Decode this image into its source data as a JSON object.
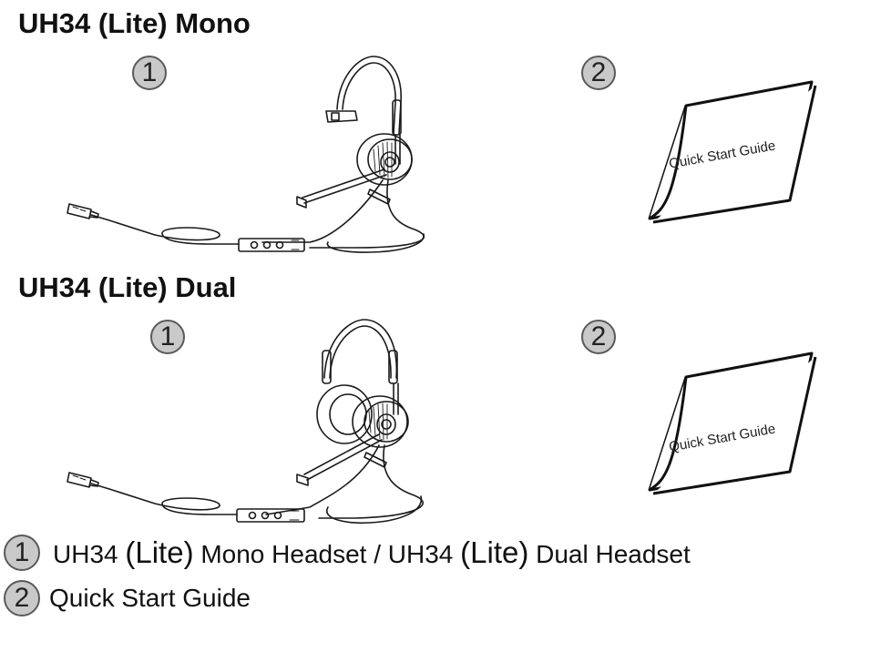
{
  "sections": [
    {
      "title": "UH34 (Lite) Mono",
      "item1_number": "1",
      "item2_number": "2",
      "guide_label": "Quick Start Guide",
      "headset_icon": "mono-headset-with-usb-cable-illustration",
      "guide_icon": "quick-start-guide-booklet-illustration"
    },
    {
      "title": "UH34 (Lite) Dual",
      "item1_number": "1",
      "item2_number": "2",
      "guide_label": "Quick Start Guide",
      "headset_icon": "dual-headset-with-usb-cable-illustration",
      "guide_icon": "quick-start-guide-booklet-illustration"
    }
  ],
  "legend": [
    {
      "number": "1",
      "parts": [
        "UH34 ",
        "(Lite)",
        " Mono Headset / UH34 ",
        "(Lite)",
        " Dual Headset"
      ]
    },
    {
      "number": "2",
      "text": "Quick Start Guide"
    }
  ]
}
